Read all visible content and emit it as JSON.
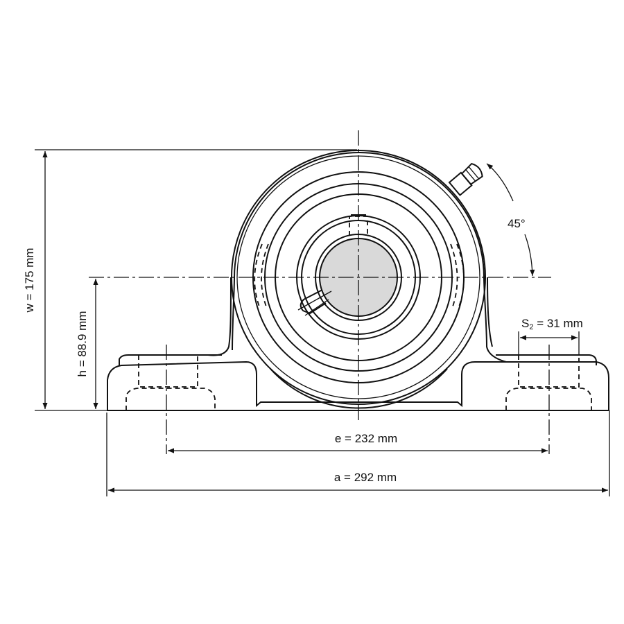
{
  "labels": {
    "w": "w = 175 mm",
    "h": "h = 88.9 mm",
    "e": "e = 232 mm",
    "a": "a = 292 mm",
    "s2_prefix": "S",
    "s2_sub": "2",
    "s2_value": " = 31 mm",
    "angle": "45°"
  },
  "colors": {
    "shaft": "#d9d9d9",
    "line": "#111111"
  }
}
